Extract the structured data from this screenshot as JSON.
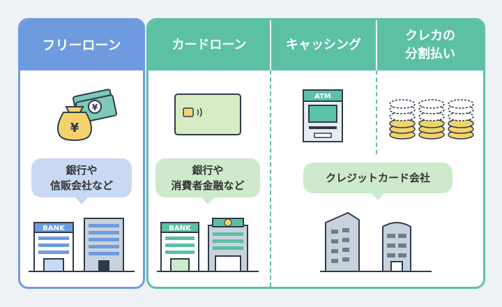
{
  "columns": {
    "free_loan": {
      "title": "フリーローン",
      "bubble": "銀行や\n信販会社など"
    },
    "card_loan": {
      "title": "カードローン",
      "bubble": "銀行や\n消費者金融など"
    },
    "cashing": {
      "title": "キャッシング"
    },
    "credit_installment": {
      "title": "クレカの\n分割払い"
    },
    "shared_bubble": "クレジットカード会社"
  },
  "labels": {
    "bank_sign": "BANK",
    "bank_sign_2": "BANK",
    "atm_sign": "ATM",
    "yen": "¥"
  },
  "colors": {
    "blue": "#6e9be0",
    "green": "#5cc0a4",
    "bubble_blue": "#c9d9f3",
    "bubble_green": "#cdeacc"
  },
  "icons": [
    "money-bag-icon",
    "banknotes-icon",
    "ic-card-icon",
    "atm-icon",
    "coin-stacks-icon",
    "bank-building-icon",
    "office-building-icon"
  ]
}
